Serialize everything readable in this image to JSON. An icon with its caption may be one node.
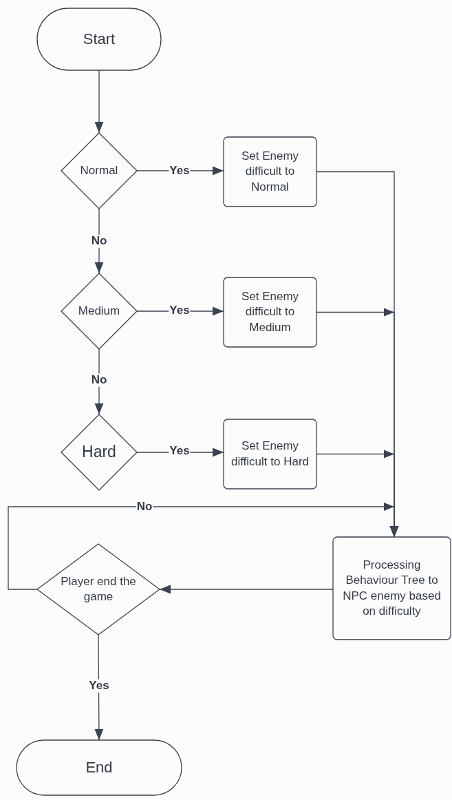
{
  "diagram": {
    "nodes": [
      {
        "text": [
          "Start"
        ]
      },
      {
        "text": [
          "Normal"
        ]
      },
      {
        "text": [
          "Set Enemy difficult to Normal"
        ]
      },
      {
        "text": [
          "Medium"
        ]
      },
      {
        "text": [
          "Set Enemy difficult to Medium"
        ]
      },
      {
        "text": [
          "Hard"
        ]
      },
      {
        "text": [
          "Set Enemy difficult to Hard"
        ]
      },
      {
        "text": [
          "Processing Behaviour Tree to NPC enemy based on difficulty"
        ]
      },
      {
        "text": [
          "Player end the game"
        ]
      },
      {
        "text": [
          "End"
        ]
      }
    ],
    "edges": [
      {
        "from": 0,
        "to": 1,
        "arrow": "to"
      },
      {
        "from": 1,
        "to": 2,
        "arrow": "to",
        "label": "Yes"
      },
      {
        "from": 1,
        "to": 3,
        "arrow": "to",
        "label": "No"
      },
      {
        "from": 3,
        "to": 4,
        "arrow": "to",
        "label": "Yes"
      },
      {
        "from": 3,
        "to": 5,
        "arrow": "to",
        "label": "No"
      },
      {
        "from": 5,
        "to": 6,
        "arrow": "to",
        "label": "Yes"
      },
      {
        "from": 2,
        "to": 7,
        "arrow": "to"
      },
      {
        "from": 4,
        "to": 7,
        "arrow": "to"
      },
      {
        "from": 6,
        "to": 7,
        "arrow": "to"
      },
      {
        "from": 7,
        "to": 8,
        "arrow": "to"
      },
      {
        "from": 8,
        "to": 7,
        "arrow": "to",
        "label": "No"
      },
      {
        "from": 8,
        "to": 9,
        "arrow": "to",
        "label": "Yes"
      }
    ]
  }
}
